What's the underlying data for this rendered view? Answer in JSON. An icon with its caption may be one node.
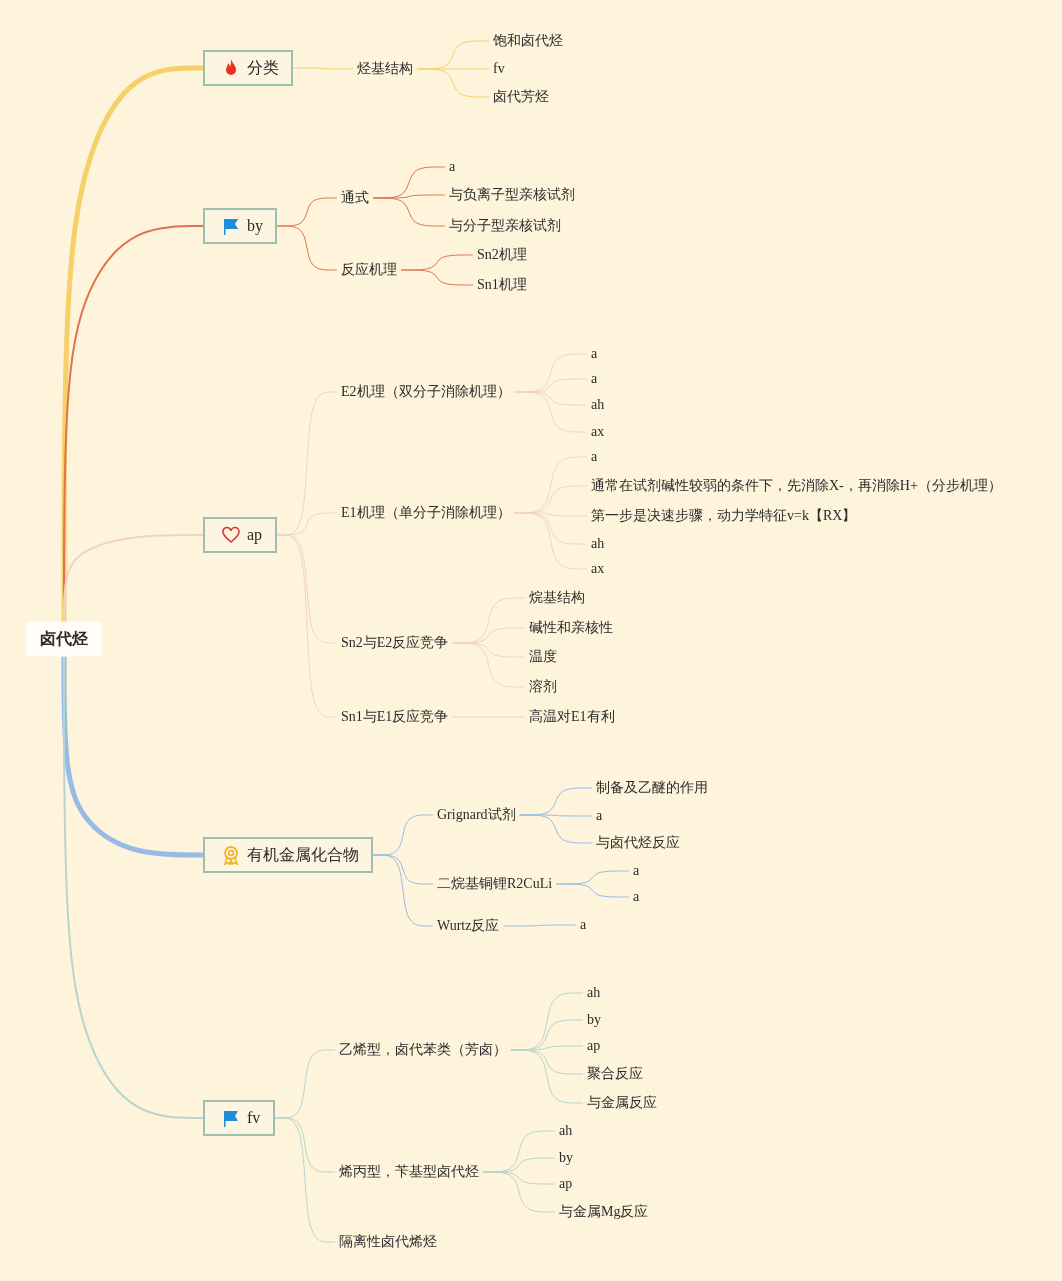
{
  "diagram": {
    "nodes": [
      {
        "text": [
          "卤代烃"
        ]
      },
      {
        "text": [
          "分类"
        ]
      },
      {
        "text": [
          "烃基结构"
        ]
      },
      {
        "text": [
          "饱和卤代烃"
        ]
      },
      {
        "text": [
          "fv"
        ]
      },
      {
        "text": [
          "卤代芳烃"
        ]
      },
      {
        "text": [
          "by"
        ]
      },
      {
        "text": [
          "通式"
        ]
      },
      {
        "text": [
          "a"
        ]
      },
      {
        "text": [
          "与负离子型亲核试剂"
        ]
      },
      {
        "text": [
          "与分子型亲核试剂"
        ]
      },
      {
        "text": [
          "反应机理"
        ]
      },
      {
        "text": [
          "Sn2机理"
        ]
      },
      {
        "text": [
          "Sn1机理"
        ]
      },
      {
        "text": [
          "ap"
        ]
      },
      {
        "text": [
          "E2机理（双分子消除机理）"
        ]
      },
      {
        "text": [
          "a"
        ]
      },
      {
        "text": [
          "a"
        ]
      },
      {
        "text": [
          "ah"
        ]
      },
      {
        "text": [
          "ax"
        ]
      },
      {
        "text": [
          "E1机理（单分子消除机理）"
        ]
      },
      {
        "text": [
          "a"
        ]
      },
      {
        "text": [
          "通常在试剂碱性较弱的条件下，先消除X-，再消除H+（分步机理）"
        ]
      },
      {
        "text": [
          "第一步是决速步骤，动力学特征v=k【RX】"
        ]
      },
      {
        "text": [
          "ah"
        ]
      },
      {
        "text": [
          "ax"
        ]
      },
      {
        "text": [
          "Sn2与E2反应竞争"
        ]
      },
      {
        "text": [
          "烷基结构"
        ]
      },
      {
        "text": [
          "碱性和亲核性"
        ]
      },
      {
        "text": [
          "温度"
        ]
      },
      {
        "text": [
          "溶剂"
        ]
      },
      {
        "text": [
          "Sn1与E1反应竞争"
        ]
      },
      {
        "text": [
          "高温对E1有利"
        ]
      },
      {
        "text": [
          "有机金属化合物"
        ]
      },
      {
        "text": [
          "Grignard试剂"
        ]
      },
      {
        "text": [
          "制备及乙醚的作用"
        ]
      },
      {
        "text": [
          "a"
        ]
      },
      {
        "text": [
          "与卤代烃反应"
        ]
      },
      {
        "text": [
          "二烷基铜锂R2CuLi"
        ]
      },
      {
        "text": [
          "a"
        ]
      },
      {
        "text": [
          "a"
        ]
      },
      {
        "text": [
          "Wurtz反应"
        ]
      },
      {
        "text": [
          "a"
        ]
      },
      {
        "text": [
          "fv"
        ]
      },
      {
        "text": [
          "乙烯型，卤代苯类（芳卤）"
        ]
      },
      {
        "text": [
          "ah"
        ]
      },
      {
        "text": [
          "by"
        ]
      },
      {
        "text": [
          "ap"
        ]
      },
      {
        "text": [
          "聚合反应"
        ]
      },
      {
        "text": [
          "与金属反应"
        ]
      },
      {
        "text": [
          "烯丙型，苄基型卤代烃"
        ]
      },
      {
        "text": [
          "ah"
        ]
      },
      {
        "text": [
          "by"
        ]
      },
      {
        "text": [
          "ap"
        ]
      },
      {
        "text": [
          "与金属Mg反应"
        ]
      },
      {
        "text": [
          "隔离性卤代烯烃"
        ]
      }
    ],
    "edges": [
      {
        "from": 0,
        "to": 1,
        "arrow": "none",
        "style": "thick",
        "color": "#f7d06a"
      },
      {
        "from": 1,
        "to": 2,
        "arrow": "none",
        "color": "#f7d06a"
      },
      {
        "from": 2,
        "to": 3,
        "arrow": "none",
        "color": "#f7d06a"
      },
      {
        "from": 2,
        "to": 4,
        "arrow": "none",
        "color": "#f7d06a"
      },
      {
        "from": 2,
        "to": 5,
        "arrow": "none",
        "color": "#f7d06a"
      },
      {
        "from": 0,
        "to": 6,
        "arrow": "none",
        "color": "#e0734d"
      },
      {
        "from": 6,
        "to": 7,
        "arrow": "none",
        "color": "#e0734d"
      },
      {
        "from": 7,
        "to": 8,
        "arrow": "none",
        "color": "#e0734d"
      },
      {
        "from": 7,
        "to": 9,
        "arrow": "none",
        "color": "#e0734d"
      },
      {
        "from": 7,
        "to": 10,
        "arrow": "none",
        "color": "#e0734d"
      },
      {
        "from": 6,
        "to": 11,
        "arrow": "none",
        "color": "#e0734d"
      },
      {
        "from": 11,
        "to": 12,
        "arrow": "none",
        "color": "#e0734d"
      },
      {
        "from": 11,
        "to": 13,
        "arrow": "none",
        "color": "#e0734d"
      },
      {
        "from": 0,
        "to": 14,
        "arrow": "none",
        "color": "#f3d2c6"
      },
      {
        "from": 14,
        "to": 15,
        "arrow": "none",
        "color": "#f3d2c6"
      },
      {
        "from": 15,
        "to": 16,
        "arrow": "none",
        "color": "#f3d2c6"
      },
      {
        "from": 15,
        "to": 17,
        "arrow": "none",
        "color": "#f3d2c6"
      },
      {
        "from": 15,
        "to": 18,
        "arrow": "none",
        "color": "#f3d2c6"
      },
      {
        "from": 15,
        "to": 19,
        "arrow": "none",
        "color": "#f3d2c6"
      },
      {
        "from": 14,
        "to": 20,
        "arrow": "none",
        "color": "#f3d2c6"
      },
      {
        "from": 20,
        "to": 21,
        "arrow": "none",
        "color": "#f3d2c6"
      },
      {
        "from": 20,
        "to": 22,
        "arrow": "none",
        "color": "#f3d2c6"
      },
      {
        "from": 20,
        "to": 23,
        "arrow": "none",
        "color": "#f3d2c6"
      },
      {
        "from": 20,
        "to": 24,
        "arrow": "none",
        "color": "#f3d2c6"
      },
      {
        "from": 20,
        "to": 25,
        "arrow": "none",
        "color": "#f3d2c6"
      },
      {
        "from": 14,
        "to": 26,
        "arrow": "none",
        "color": "#f3d2c6"
      },
      {
        "from": 26,
        "to": 27,
        "arrow": "none",
        "color": "#f3d2c6"
      },
      {
        "from": 26,
        "to": 28,
        "arrow": "none",
        "color": "#f3d2c6"
      },
      {
        "from": 26,
        "to": 29,
        "arrow": "none",
        "color": "#f3d2c6"
      },
      {
        "from": 26,
        "to": 30,
        "arrow": "none",
        "color": "#f3d2c6"
      },
      {
        "from": 14,
        "to": 31,
        "arrow": "none",
        "color": "#f3d2c6"
      },
      {
        "from": 31,
        "to": 32,
        "arrow": "none",
        "color": "#f3d2c6"
      },
      {
        "from": 0,
        "to": 33,
        "arrow": "none",
        "style": "thick",
        "color": "#95bbe6"
      },
      {
        "from": 33,
        "to": 34,
        "arrow": "none",
        "color": "#95bbe6"
      },
      {
        "from": 34,
        "to": 35,
        "arrow": "none",
        "color": "#95bbe6"
      },
      {
        "from": 34,
        "to": 36,
        "arrow": "none",
        "color": "#95bbe6"
      },
      {
        "from": 34,
        "to": 37,
        "arrow": "none",
        "color": "#95bbe6"
      },
      {
        "from": 33,
        "to": 38,
        "arrow": "none",
        "color": "#95bbe6"
      },
      {
        "from": 38,
        "to": 39,
        "arrow": "none",
        "color": "#95bbe6"
      },
      {
        "from": 38,
        "to": 40,
        "arrow": "none",
        "color": "#95bbe6"
      },
      {
        "from": 33,
        "to": 41,
        "arrow": "none",
        "color": "#95bbe6"
      },
      {
        "from": 41,
        "to": 42,
        "arrow": "none",
        "color": "#95bbe6"
      },
      {
        "from": 0,
        "to": 43,
        "arrow": "none",
        "color": "#b5d5cf"
      },
      {
        "from": 43,
        "to": 44,
        "arrow": "none",
        "color": "#b5d5cf"
      },
      {
        "from": 44,
        "to": 45,
        "arrow": "none",
        "color": "#b5d5cf"
      },
      {
        "from": 44,
        "to": 46,
        "arrow": "none",
        "color": "#b5d5cf"
      },
      {
        "from": 44,
        "to": 47,
        "arrow": "none",
        "color": "#b5d5cf"
      },
      {
        "from": 44,
        "to": 48,
        "arrow": "none",
        "color": "#b5d5cf"
      },
      {
        "from": 44,
        "to": 49,
        "arrow": "none",
        "color": "#b5d5cf"
      },
      {
        "from": 43,
        "to": 50,
        "arrow": "none",
        "color": "#b5d5cf"
      },
      {
        "from": 50,
        "to": 51,
        "arrow": "none",
        "color": "#b5d5cf"
      },
      {
        "from": 50,
        "to": 52,
        "arrow": "none",
        "color": "#b5d5cf"
      },
      {
        "from": 50,
        "to": 53,
        "arrow": "none",
        "color": "#b5d5cf"
      },
      {
        "from": 50,
        "to": 54,
        "arrow": "none",
        "color": "#b5d5cf"
      },
      {
        "from": 43,
        "to": 55,
        "arrow": "none",
        "color": "#b5d5cf"
      }
    ]
  }
}
